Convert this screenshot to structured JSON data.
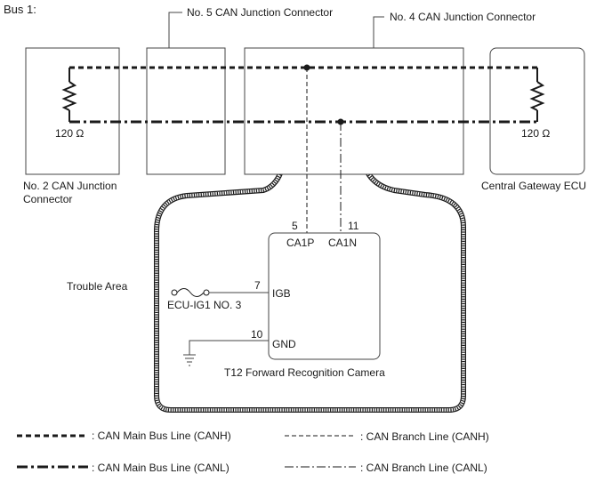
{
  "title": "Bus 1:",
  "components": {
    "no2_connector": {
      "line1": "No. 2 CAN Junction",
      "line2": "Connector",
      "resistor": "120 Ω"
    },
    "no5_connector": {
      "label": "No. 5 CAN Junction Connector"
    },
    "no4_connector": {
      "label": "No. 4 CAN Junction Connector"
    },
    "gateway": {
      "label": "Central Gateway ECU",
      "resistor": "120 Ω"
    },
    "camera": {
      "label": "T12  Forward Recognition Camera",
      "pins": {
        "ca1p": {
          "num": "5",
          "name": "CA1P"
        },
        "ca1n": {
          "num": "11",
          "name": "CA1N"
        },
        "igb": {
          "num": "7",
          "name": "IGB"
        },
        "gnd": {
          "num": "10",
          "name": "GND"
        }
      }
    },
    "fuse": {
      "label": "ECU-IG1 NO. 3"
    },
    "trouble_area": {
      "label": "Trouble Area"
    }
  },
  "legend": {
    "main_canh": ": CAN Main Bus Line (CANH)",
    "main_canl": ": CAN Main Bus Line (CANL)",
    "branch_canh": ": CAN Branch Line (CANH)",
    "branch_canl": ": CAN Branch Line (CANL)"
  }
}
